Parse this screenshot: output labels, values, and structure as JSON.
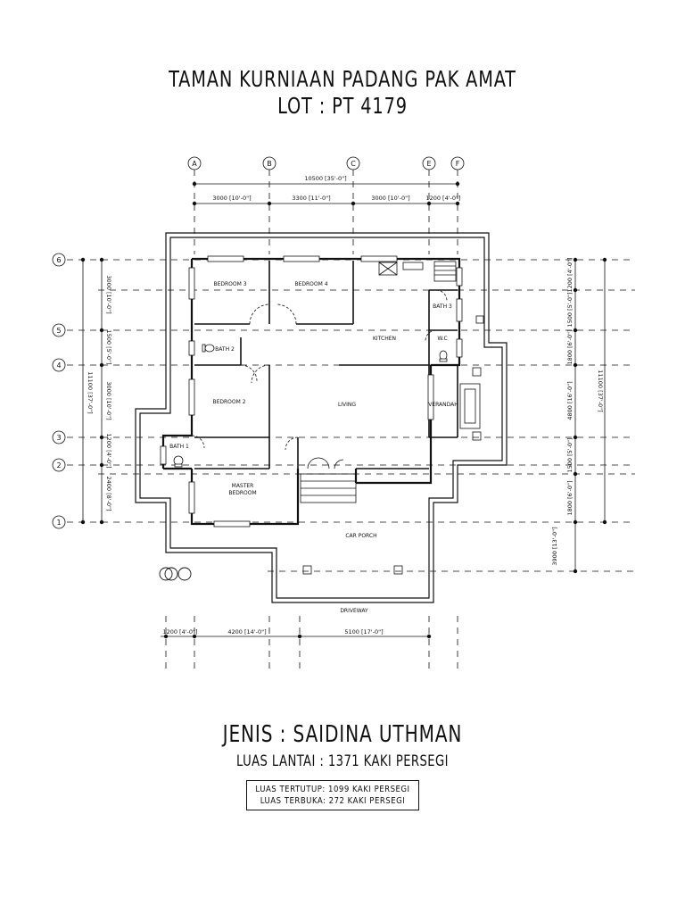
{
  "title_line1": "TAMAN KURNIAAN PADANG PAK AMAT",
  "title_line2": "LOT : PT 4179",
  "grid_columns": [
    "A",
    "B",
    "C",
    "E",
    "F"
  ],
  "grid_rows": [
    "6",
    "5",
    "4",
    "3",
    "2",
    "1"
  ],
  "top_dimensions": {
    "overall": "10500 [35'-0\"]",
    "segments": [
      "3000 [10'-0\"]",
      "3300 [11'-0\"]",
      "3000 [10'-0\"]",
      "1200 [4'-0\"]"
    ]
  },
  "bottom_dimensions": [
    "1200 [4'-0\"]",
    "4200 [14'-0\"]",
    "5100 [17'-0\"]"
  ],
  "left_dimensions": {
    "overall": "11100 [37'-0\"]",
    "segments": [
      "3000 [10'-0\"]",
      "1500 [5'-0\"]",
      "3000 [10'-0\"]",
      "1200 [4'-0\"]",
      "2400 [8'-0\"]"
    ]
  },
  "right_dimensions": {
    "overall": "11100 [37'-0\"]",
    "segments": [
      "1200 [4'-0\"]",
      "1500 [5'-0\"]",
      "1800 [6'-0\"]",
      "4800 [16'-0\"]",
      "1500 [5'-0\"]",
      "1800 [6'-0\"]",
      "3900 [13'-0\"]"
    ]
  },
  "rooms": {
    "bedroom3": "BEDROOM 3",
    "bedroom4": "BEDROOM 4",
    "bath3": "BATH 3",
    "bath2": "BATH 2",
    "kitchen": "KITCHEN",
    "wc": "W.C",
    "bedroom2": "BEDROOM 2",
    "living": "LIVING",
    "verandah": "VERANDAH",
    "bath1": "BATH 1",
    "master_line1": "MASTER",
    "master_line2": "BEDROOM",
    "car_porch": "CAR PORCH",
    "driveway": "DRIVEWAY"
  },
  "jenis": "JENIS : SAIDINA UTHMAN",
  "luas_lantai": "LUAS LANTAI : 1371 KAKI PERSEGI",
  "luas_tertutup": "LUAS TERTUTUP: 1099 KAKI PERSEGI",
  "luas_terbuka": "LUAS TERBUKA:  272 KAKI PERSEGI"
}
